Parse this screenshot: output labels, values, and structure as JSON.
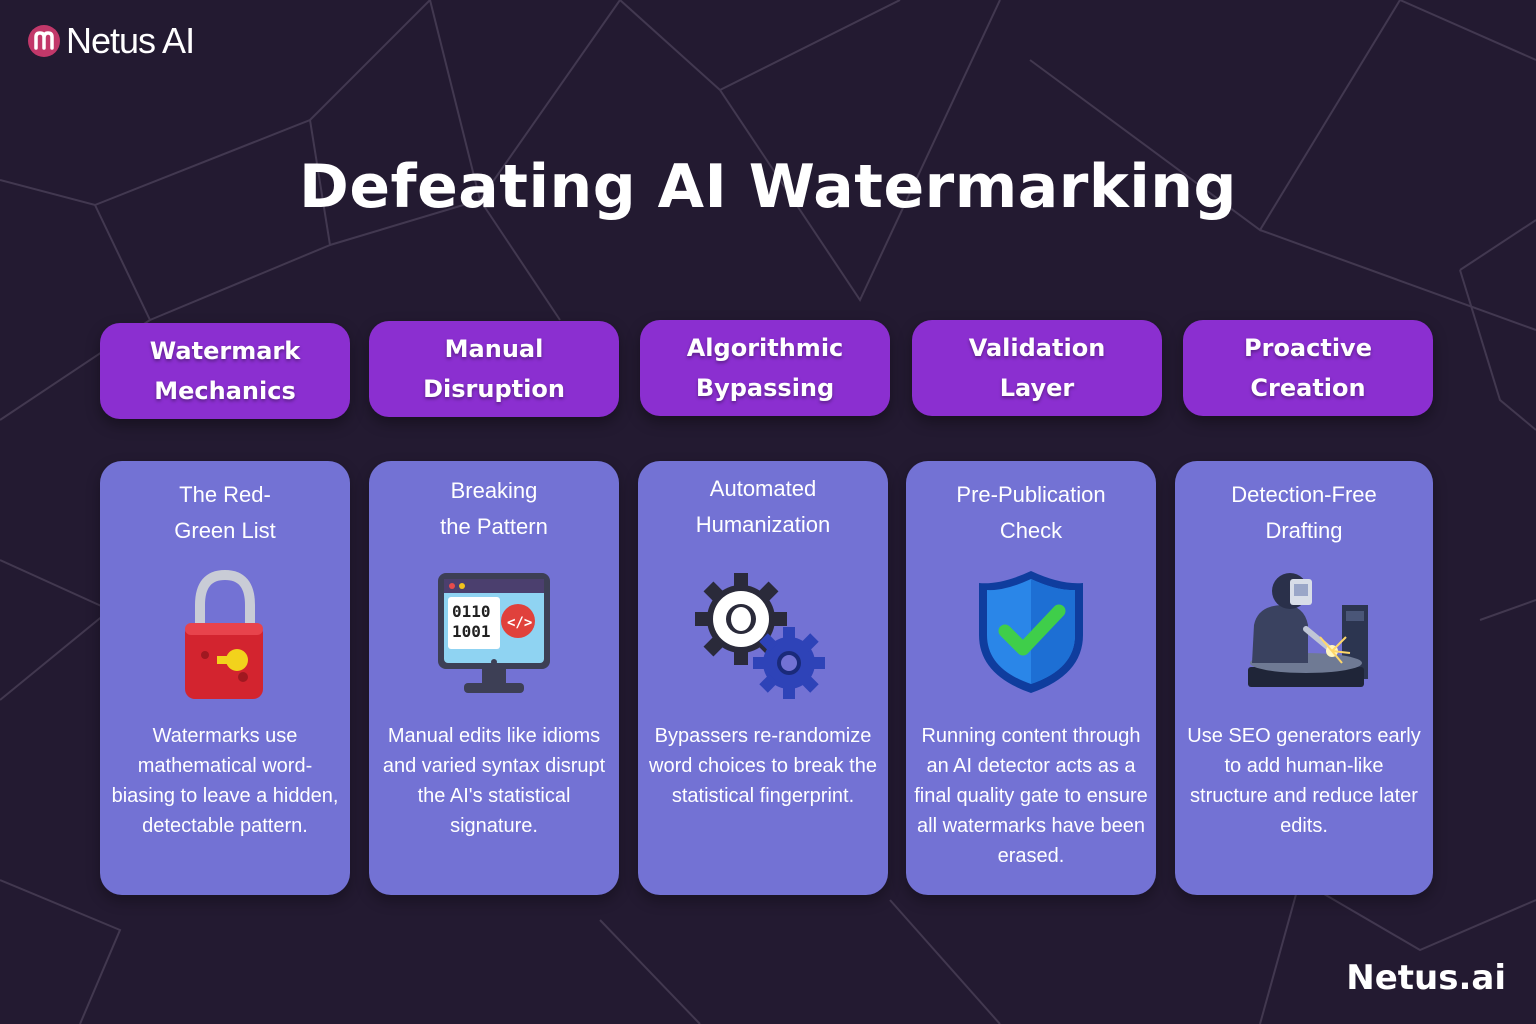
{
  "brand": {
    "name": "Netus AI"
  },
  "title": "Defeating AI Watermarking",
  "columns": [
    {
      "header": "Watermark Mechanics",
      "subtitle": "The Red-\nGreen List",
      "icon": "padlock-icon",
      "description": "Watermarks use mathematical word-biasing to leave a hidden, detectable pattern."
    },
    {
      "header": "Manual Disruption",
      "subtitle": "Breaking\nthe Pattern",
      "icon": "code-monitor-icon",
      "description": "Manual edits like idioms and varied syntax disrupt the AI's statistical signature."
    },
    {
      "header": "Algorithmic Bypassing",
      "subtitle": "Automated\nHumanization",
      "icon": "gears-icon",
      "description": "Bypassers re-randomize word choices to break the statistical fingerprint."
    },
    {
      "header": "Validation Layer",
      "subtitle": "Pre-Publication\nCheck",
      "icon": "shield-check-icon",
      "description": "Running content through an AI detector acts as a final quality gate to ensure all watermarks have been erased."
    },
    {
      "header": "Proactive Creation",
      "subtitle": "Detection-Free\nDrafting",
      "icon": "welder-icon",
      "description": "Use SEO generators early to add human-like structure and reduce later edits."
    }
  ],
  "footer": "Netus.ai",
  "colors": {
    "background": "#231a31",
    "header_card": "#8b2fd0",
    "content_card": "#7372d4"
  }
}
